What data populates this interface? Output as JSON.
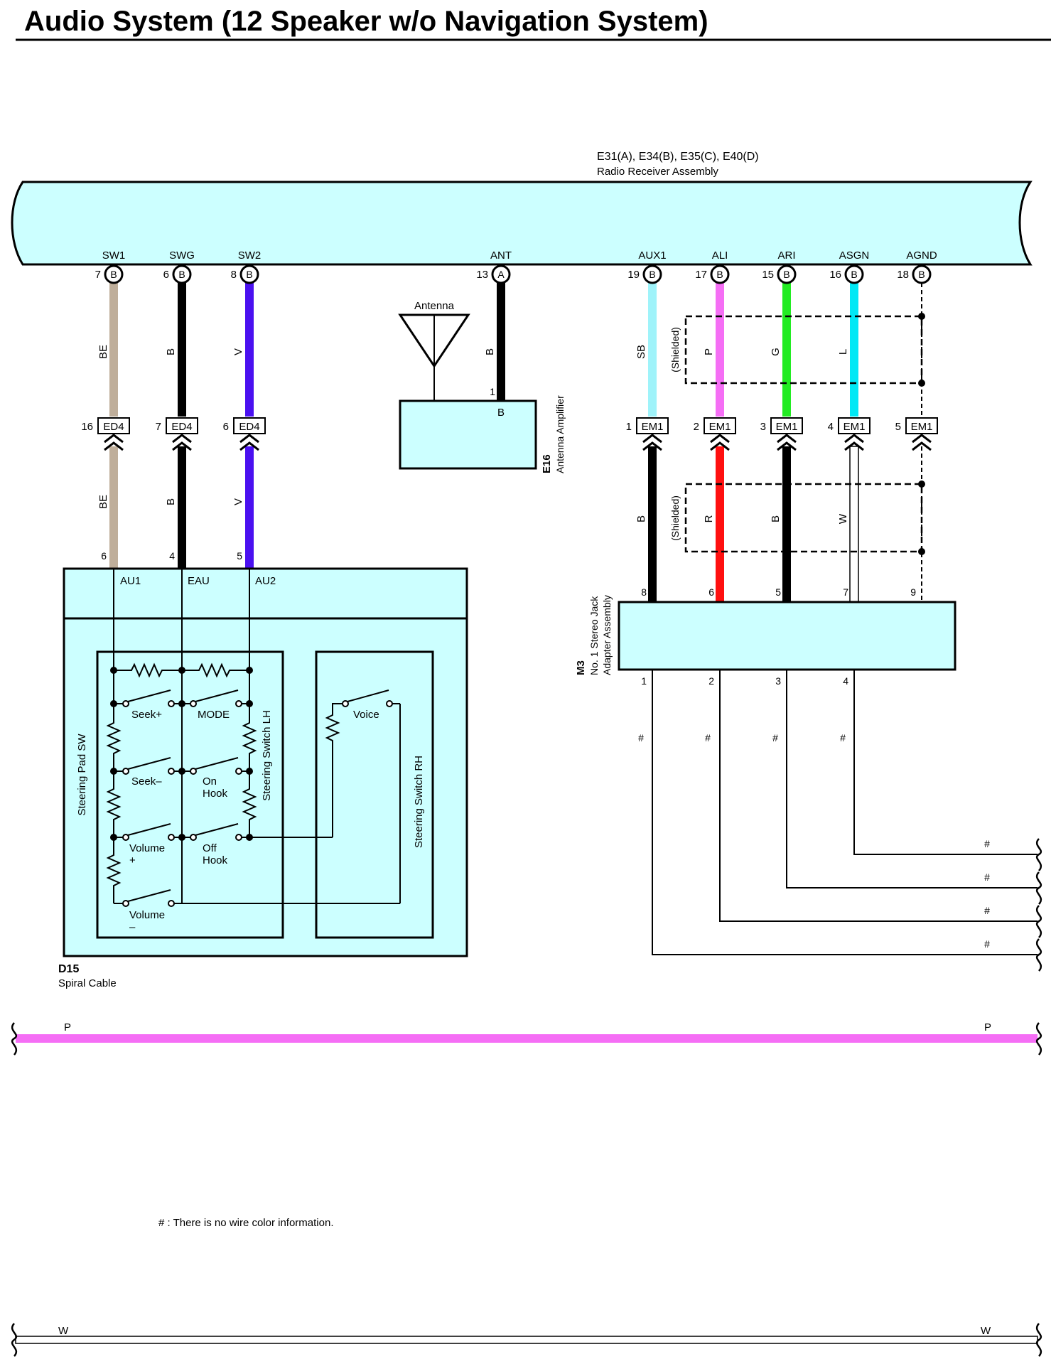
{
  "title": "Audio System (12 Speaker w/o Navigation System)",
  "receiver": {
    "code": "E31(A), E34(B), E35(C), E40(D)",
    "name": "Radio Receiver Assembly",
    "terminals": [
      {
        "name": "SW1",
        "pin": "7",
        "conn": "B"
      },
      {
        "name": "SWG",
        "pin": "6",
        "conn": "B"
      },
      {
        "name": "SW2",
        "pin": "8",
        "conn": "B"
      },
      {
        "name": "ANT",
        "pin": "13",
        "conn": "A"
      },
      {
        "name": "AUX1",
        "pin": "19",
        "conn": "B"
      },
      {
        "name": "ALI",
        "pin": "17",
        "conn": "B"
      },
      {
        "name": "ARI",
        "pin": "15",
        "conn": "B"
      },
      {
        "name": "ASGN",
        "pin": "16",
        "conn": "B"
      },
      {
        "name": "AGND",
        "pin": "18",
        "conn": "B"
      }
    ]
  },
  "antenna": {
    "label": "Antenna",
    "wire_color": "B",
    "amp_pin": "1",
    "amp_conn": "B",
    "amp_code": "E16",
    "amp_name": "Antenna Amplifier"
  },
  "ed4": {
    "label": "ED4",
    "pins": [
      "16",
      "7",
      "6"
    ],
    "upper_colors": [
      "BE",
      "B",
      "V"
    ],
    "lower_colors": [
      "BE",
      "B",
      "V"
    ]
  },
  "em1": {
    "label": "EM1",
    "pins": [
      "1",
      "2",
      "3",
      "4",
      "5"
    ],
    "upper_colors": [
      "SB",
      "P",
      "G",
      "L"
    ],
    "lower_colors": [
      "B",
      "R",
      "B",
      "W"
    ],
    "shielded_label": "(Shielded)"
  },
  "spiral": {
    "code": "D15",
    "name": "Spiral Cable",
    "pins": [
      "6",
      "4",
      "5"
    ],
    "terminals": [
      "AU1",
      "EAU",
      "AU2"
    ],
    "steering_pad_label": "Steering Pad SW",
    "lh_label": "Steering Switch LH",
    "rh_label": "Steering Switch RH",
    "sw_seek_plus": "Seek+",
    "sw_mode": "MODE",
    "sw_seek_minus": "Seek–",
    "sw_on_hook_1": "On",
    "sw_on_hook_2": "Hook",
    "sw_volume_plus_1": "Volume",
    "sw_volume_plus_2": "+",
    "sw_off_hook_1": "Off",
    "sw_off_hook_2": "Hook",
    "sw_volume_minus_1": "Volume",
    "sw_volume_minus_2": "–",
    "sw_voice": "Voice"
  },
  "jack": {
    "code": "M3",
    "name_line1": "No. 1 Stereo Jack",
    "name_line2": "Adapter Assembly",
    "top_pins": [
      "8",
      "6",
      "5",
      "7",
      "9"
    ],
    "bottom_pins": [
      "1",
      "2",
      "3",
      "4"
    ],
    "wire_mark": "#"
  },
  "ground_bus_label": "P",
  "white_bus_label": "W",
  "note": "# : There is no wire color information.",
  "colors": {
    "BE": "#bfae9a",
    "B": "#000000",
    "V": "#4a10f0",
    "SB": "#9ff3fa",
    "P": "#f56ef5",
    "G": "#22ec22",
    "L": "#00e8f5",
    "R": "#ff1010",
    "W": "#ffffff",
    "box_fill": "#ccffff"
  }
}
